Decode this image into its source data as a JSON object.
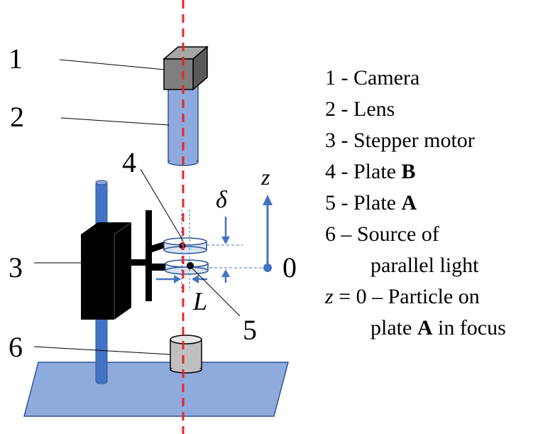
{
  "callouts": {
    "n1": "1",
    "n2": "2",
    "n3": "3",
    "n4": "4",
    "n5": "5",
    "n6": "6"
  },
  "symbols": {
    "delta": "δ",
    "L": "L",
    "z": "z",
    "zero": "0"
  },
  "legend": {
    "l1": "1 - Camera",
    "l2": "2 - Lens",
    "l3": "3 - Stepper motor",
    "l4_text": "4 - Plate ",
    "l4_bold": "B",
    "l5_text": "5 - Plate ",
    "l5_bold": "A",
    "l6a": "6 – Source of",
    "l6b": "parallel light",
    "l7_z": "z",
    "l7_rest": " = 0 – Particle on",
    "l8_text": "plate ",
    "l8_bold": "A",
    "l8_tail": " in focus"
  },
  "colors": {
    "axis_red": "#e8252a",
    "blue": "#4472c4",
    "light_blue": "#8faadc",
    "gray": "#bfbfbf",
    "dark_gray": "#7f7f7f"
  }
}
